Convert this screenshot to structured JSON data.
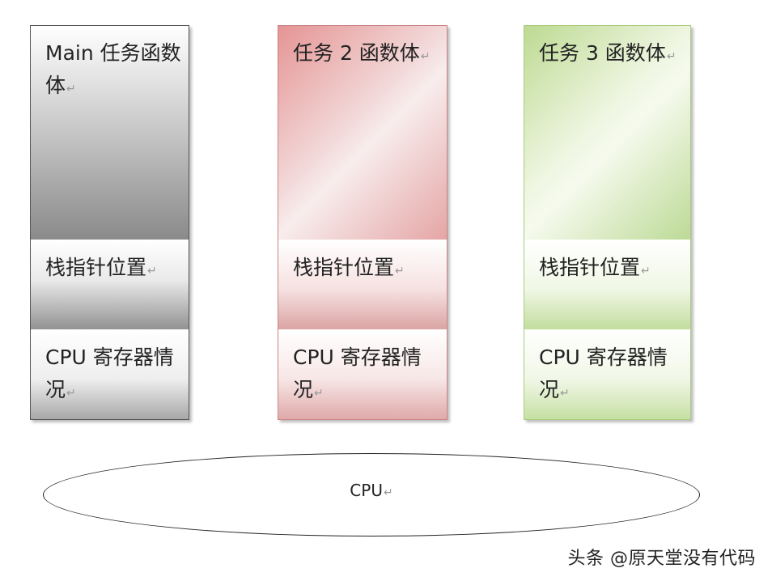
{
  "tasks": [
    {
      "body": "Main 任务函数体",
      "stack_pointer": "栈指针位置",
      "registers": "CPU 寄存器情况",
      "colors": {
        "border": "#555555",
        "fill": "#8a8a8a"
      }
    },
    {
      "body": "任务 2 函数体",
      "stack_pointer": "栈指针位置",
      "registers": "CPU 寄存器情况",
      "colors": {
        "border": "#c98585",
        "fill": "#e59494"
      }
    },
    {
      "body": "任务 3 函数体",
      "stack_pointer": "栈指针位置",
      "registers": "CPU 寄存器情况",
      "colors": {
        "border": "#a9cc7e",
        "fill": "#bdda92"
      }
    }
  ],
  "paragraph_mark": "↵",
  "cpu": {
    "label": "CPU"
  },
  "watermark": "头条 @原天堂没有代码"
}
